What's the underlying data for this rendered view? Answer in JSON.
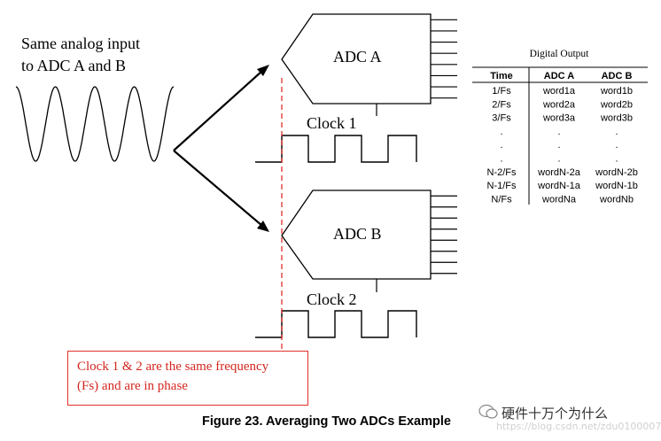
{
  "input": {
    "line1": "Same analog input",
    "line2": "to ADC A and B"
  },
  "adc_a": {
    "label": "ADC A",
    "clock_label": "Clock 1"
  },
  "adc_b": {
    "label": "ADC B",
    "clock_label": "Clock 2"
  },
  "table": {
    "title": "Digital Output",
    "headers": [
      "Time",
      "ADC A",
      "ADC B"
    ],
    "rows": [
      [
        "1/Fs",
        "word1a",
        "word1b"
      ],
      [
        "2/Fs",
        "word2a",
        "word2b"
      ],
      [
        "3/Fs",
        "word3a",
        "word3b"
      ],
      [
        ".",
        ".",
        "."
      ],
      [
        ".",
        ".",
        "."
      ],
      [
        ".",
        ".",
        "."
      ],
      [
        "N-2/Fs",
        "wordN-2a",
        "wordN-2b"
      ],
      [
        "N-1/Fs",
        "wordN-1a",
        "wordN-1b"
      ],
      [
        "N/Fs",
        "wordNa",
        "wordNb"
      ]
    ]
  },
  "note": {
    "line1": "Clock 1 & 2 are the same frequency",
    "line2": "(Fs) and are in phase"
  },
  "caption": "Figure 23. Averaging Two ADCs Example",
  "watermark": {
    "text": "硬件十万个为什么",
    "url": "https://blog.csdn.net/zdu0100007",
    "icon": "wechat-icon"
  },
  "colors": {
    "note": "#d3261f",
    "dashed_line": "#e0302a",
    "ink": "#000000"
  }
}
